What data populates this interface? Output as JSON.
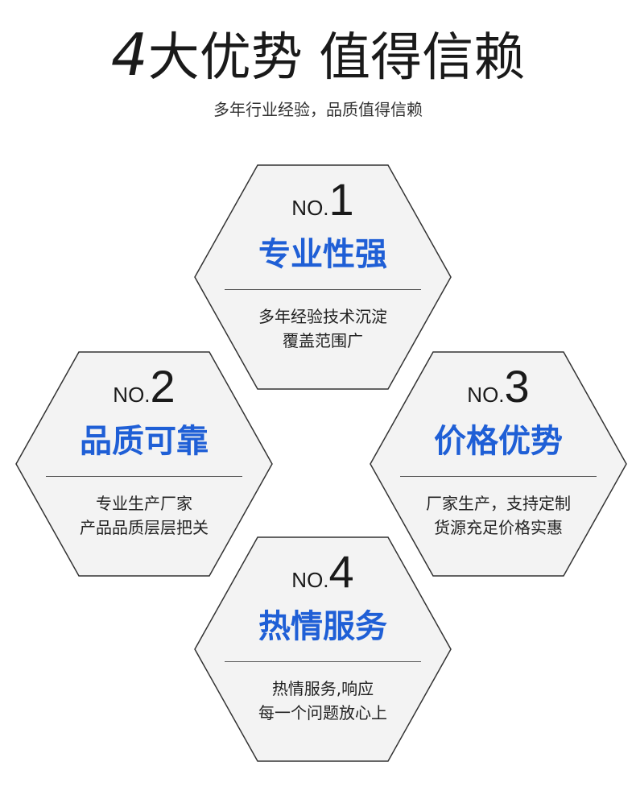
{
  "header": {
    "title_number": "4",
    "title_text": "大优势 值得信赖",
    "subtitle": "多年行业经验，品质值得信赖"
  },
  "cards": [
    {
      "no_prefix": "NO.",
      "no_digit": "1",
      "heading": "专业性强",
      "line1": "多年经验技术沉淀",
      "line2": "覆盖范围广"
    },
    {
      "no_prefix": "NO.",
      "no_digit": "2",
      "heading": "品质可靠",
      "line1": "专业生产厂家",
      "line2": "产品品质层层把关"
    },
    {
      "no_prefix": "NO.",
      "no_digit": "3",
      "heading": "价格优势",
      "line1": "厂家生产，支持定制",
      "line2": "货源充足价格实惠"
    },
    {
      "no_prefix": "NO.",
      "no_digit": "4",
      "heading": "热情服务",
      "line1": "热情服务,响应",
      "line2": "每一个问题放心上"
    }
  ],
  "colors": {
    "accent": "#1f5fd6",
    "hex_fill": "#f3f3f3",
    "hex_stroke": "#333333"
  }
}
